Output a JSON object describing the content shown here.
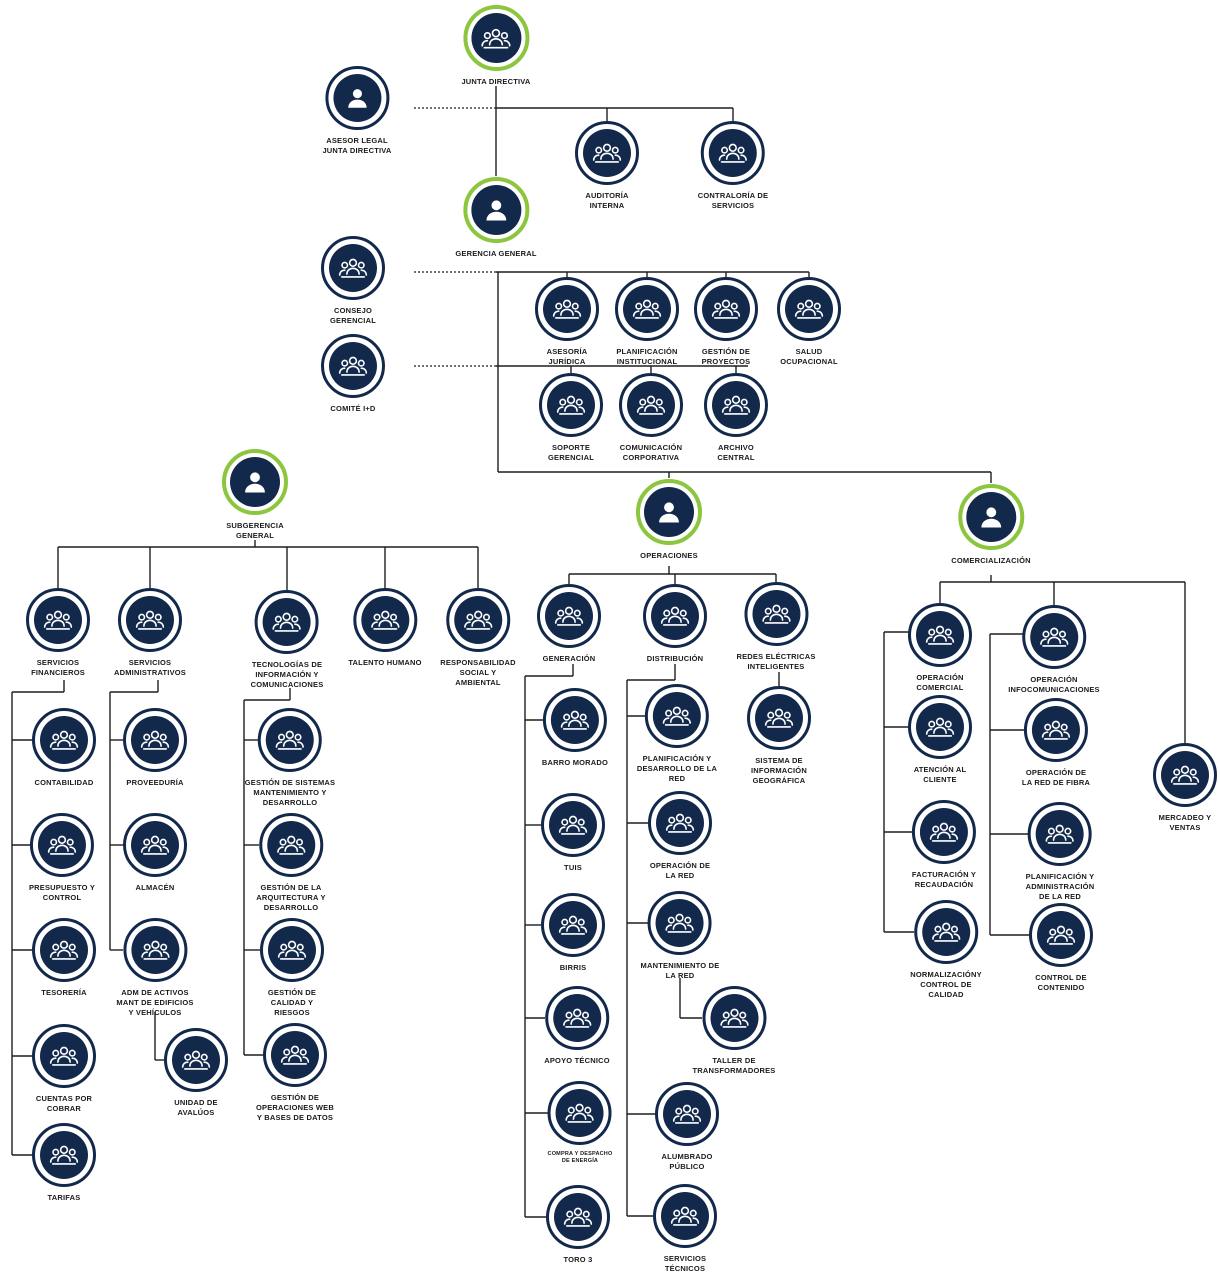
{
  "colors": {
    "navy": "#13294b",
    "green_ring": "#8cc63f",
    "line": "#1e1e1e",
    "text": "#1b1b1b"
  },
  "nodes": {
    "junta": {
      "label": "JUNTA DIRECTIVA",
      "icon": "group-icon"
    },
    "asesor": {
      "label": "ASESOR LEGAL\nJUNTA DIRECTIVA",
      "icon": "person-icon"
    },
    "auditoria": {
      "label": "AUDITORÍA\nINTERNA",
      "icon": "group-icon"
    },
    "contraloria": {
      "label": "CONTRALORÍA DE\nSERVICIOS",
      "icon": "group-icon"
    },
    "gerencia": {
      "label": "GERENCIA GENERAL",
      "icon": "person-icon"
    },
    "consejo": {
      "label": "CONSEJO\nGERENCIAL",
      "icon": "group-icon"
    },
    "comite": {
      "label": "COMITÉ I+D",
      "icon": "group-icon"
    },
    "asesoria": {
      "label": "ASESORÍA\nJURÍDICA",
      "icon": "group-icon"
    },
    "planif": {
      "label": "PLANIFICACIÓN\nINSTITUCIONAL",
      "icon": "group-icon"
    },
    "gestproy": {
      "label": "GESTIÓN DE\nPROYECTOS",
      "icon": "group-icon"
    },
    "salud": {
      "label": "SALUD\nOCUPACIONAL",
      "icon": "group-icon"
    },
    "soporte": {
      "label": "SOPORTE\nGERENCIAL",
      "icon": "group-icon"
    },
    "comunic": {
      "label": "COMUNICACIÓN\nCORPORATIVA",
      "icon": "group-icon"
    },
    "archivo": {
      "label": "ARCHIVO\nCENTRAL",
      "icon": "group-icon"
    },
    "subgerencia": {
      "label": "SUBGERENCIA\nGENERAL",
      "icon": "person-icon"
    },
    "operaciones": {
      "label": "OPERACIONES",
      "icon": "person-icon"
    },
    "comercializacion": {
      "label": "COMERCIALIZACIÓN",
      "icon": "person-icon"
    },
    "servfin": {
      "label": "SERVICIOS\nFINANCIEROS",
      "icon": "group-icon"
    },
    "servadm": {
      "label": "SERVICIOS\nADMINISTRATIVOS",
      "icon": "group-icon"
    },
    "tic": {
      "label": "TECNOLOGÍAS DE\nINFORMACIÓN Y\nCOMUNICACIONES",
      "icon": "group-icon"
    },
    "talento": {
      "label": "TALENTO HUMANO",
      "icon": "group-icon"
    },
    "resp": {
      "label": "RESPONSABILIDAD\nSOCIAL Y\nAMBIENTAL",
      "icon": "group-icon"
    },
    "contabilidad": {
      "label": "CONTABILIDAD",
      "icon": "group-icon"
    },
    "presupuesto": {
      "label": "PRESUPUESTO Y\nCONTROL",
      "icon": "group-icon"
    },
    "tesoreria": {
      "label": "TESORERÍA",
      "icon": "group-icon"
    },
    "cuentas": {
      "label": "CUENTAS POR\nCOBRAR",
      "icon": "group-icon"
    },
    "tarifas": {
      "label": "TARIFAS",
      "icon": "group-icon"
    },
    "proveeduria": {
      "label": "PROVEEDURÍA",
      "icon": "group-icon"
    },
    "almacen": {
      "label": "ALMACÉN",
      "icon": "group-icon"
    },
    "admact": {
      "label": "ADM DE ACTIVOS\nMANT DE EDIFICIOS\nY VEHÍCULOS",
      "icon": "group-icon"
    },
    "avaluos": {
      "label": "UNIDAD DE\nAVALÚOS",
      "icon": "group-icon"
    },
    "gsist": {
      "label": "GESTIÓN DE SISTEMAS\nMANTENIMIENTO Y\nDESARROLLO",
      "icon": "group-icon"
    },
    "garq": {
      "label": "GESTIÓN DE LA\nARQUITECTURA Y\nDESARROLLO",
      "icon": "group-icon"
    },
    "gcal": {
      "label": "GESTIÓN DE\nCALIDAD Y\nRIESGOS",
      "icon": "group-icon"
    },
    "gweb": {
      "label": "GESTIÓN DE\nOPERACIONES WEB\nY BASES DE DATOS",
      "icon": "group-icon"
    },
    "generacion": {
      "label": "GENERACIÓN",
      "icon": "group-icon"
    },
    "distribucion": {
      "label": "DISTRIBUCIÓN",
      "icon": "group-icon"
    },
    "redes": {
      "label": "REDES ELÉCTRICAS\nINTELIGENTES",
      "icon": "group-icon"
    },
    "barro": {
      "label": "BARRO MORADO",
      "icon": "group-icon"
    },
    "tuis": {
      "label": "TUIS",
      "icon": "group-icon"
    },
    "birris": {
      "label": "BIRRIS",
      "icon": "group-icon"
    },
    "apoyo": {
      "label": "APOYO TÉCNICO",
      "icon": "group-icon"
    },
    "compra": {
      "label": "COMPRA Y DESPACHO\nDE ENERGÍA",
      "icon": "group-icon"
    },
    "toro": {
      "label": "TORO 3",
      "icon": "group-icon"
    },
    "pdred": {
      "label": "PLANIFICACIÓN Y\nDESARROLLO DE LA\nRED",
      "icon": "group-icon"
    },
    "opred": {
      "label": "OPERACIÓN DE\nLA RED",
      "icon": "group-icon"
    },
    "mantred": {
      "label": "MANTENIMIENTO DE\nLA RED",
      "icon": "group-icon"
    },
    "taller": {
      "label": "TALLER DE\nTRANSFORMADORES",
      "icon": "group-icon"
    },
    "alumbrado": {
      "label": "ALUMBRADO\nPÚBLICO",
      "icon": "group-icon"
    },
    "servtec": {
      "label": "SERVICIOS\nTÉCNICOS",
      "icon": "group-icon"
    },
    "sig": {
      "label": "SISTEMA DE\nINFORMACIÓN\nGEOGRÁFICA",
      "icon": "group-icon"
    },
    "opcom": {
      "label": "OPERACIÓN\nCOMERCIAL",
      "icon": "group-icon"
    },
    "atencion": {
      "label": "ATENCIÓN AL\nCLIENTE",
      "icon": "group-icon"
    },
    "facturacion": {
      "label": "FACTURACIÓN Y\nRECAUDACIÓN",
      "icon": "group-icon"
    },
    "normalizacion": {
      "label": "NORMALIZACIÓNY\nCONTROL DE\nCALIDAD",
      "icon": "group-icon"
    },
    "opinfo": {
      "label": "OPERACIÓN\nINFOCOMUNICACIONES",
      "icon": "group-icon"
    },
    "opfibra": {
      "label": "OPERACIÓN DE\nLA RED DE FIBRA",
      "icon": "group-icon"
    },
    "planadm": {
      "label": "PLANIFICACIÓN Y\nADMINISTRACIÓN\nDE LA RED",
      "icon": "group-icon"
    },
    "contenido": {
      "label": "CONTROL DE\nCONTENIDO",
      "icon": "group-icon"
    },
    "mercadeo": {
      "label": "MERCADEO Y\nVENTAS",
      "icon": "group-icon"
    }
  }
}
